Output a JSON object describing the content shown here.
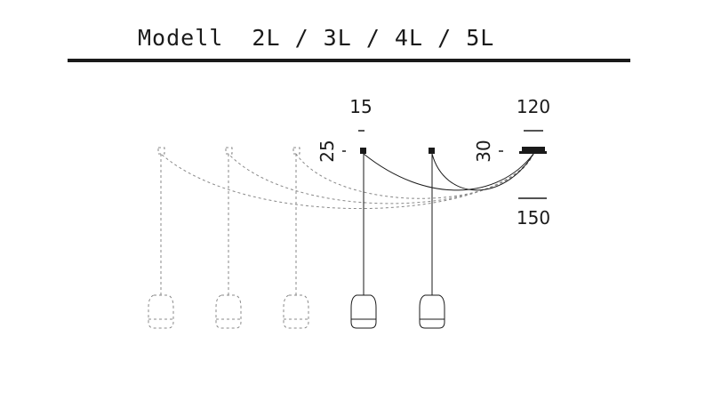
{
  "header": {
    "model_label": "Modell",
    "variants": "2L / 3L / 4L / 5L"
  },
  "dimensions": {
    "canopy_width": "15",
    "canopy_height": "25",
    "rosette_height": "30",
    "rosette_width": "120",
    "rosette_diameter": "150"
  },
  "colors": {
    "ink": "#1a1a1a",
    "ghost": "#888888"
  }
}
